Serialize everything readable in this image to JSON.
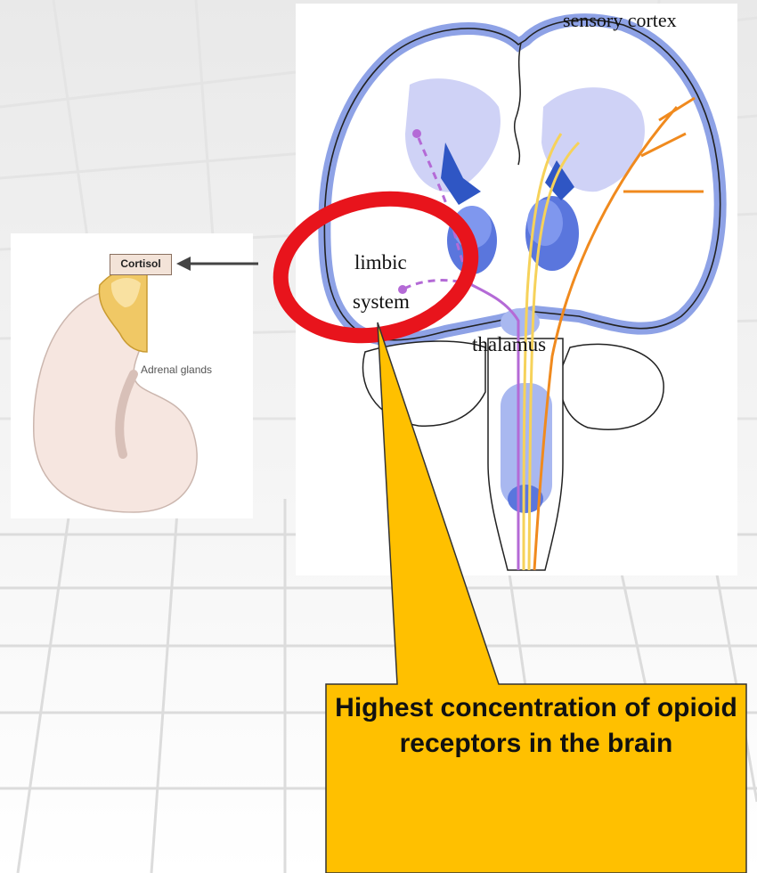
{
  "brain": {
    "sensory_cortex_label": "sensory cortex",
    "limbic_label": "limbic",
    "system_label": "system",
    "thalamus_label": "thalamus"
  },
  "adrenal": {
    "cortisol_label": "Cortisol",
    "adrenal_glands_label": "Adrenal glands"
  },
  "callout": {
    "text": "Highest concentration of opioid receptors in the brain"
  },
  "colors": {
    "callout_fill": "#ffc000",
    "highlight_circle": "#e8141c",
    "cortex_blue": "#8ea2e6",
    "pathway_orange": "#f08a1e",
    "pathway_yellow": "#f6d25a",
    "pathway_purple": "#b46ad6"
  }
}
